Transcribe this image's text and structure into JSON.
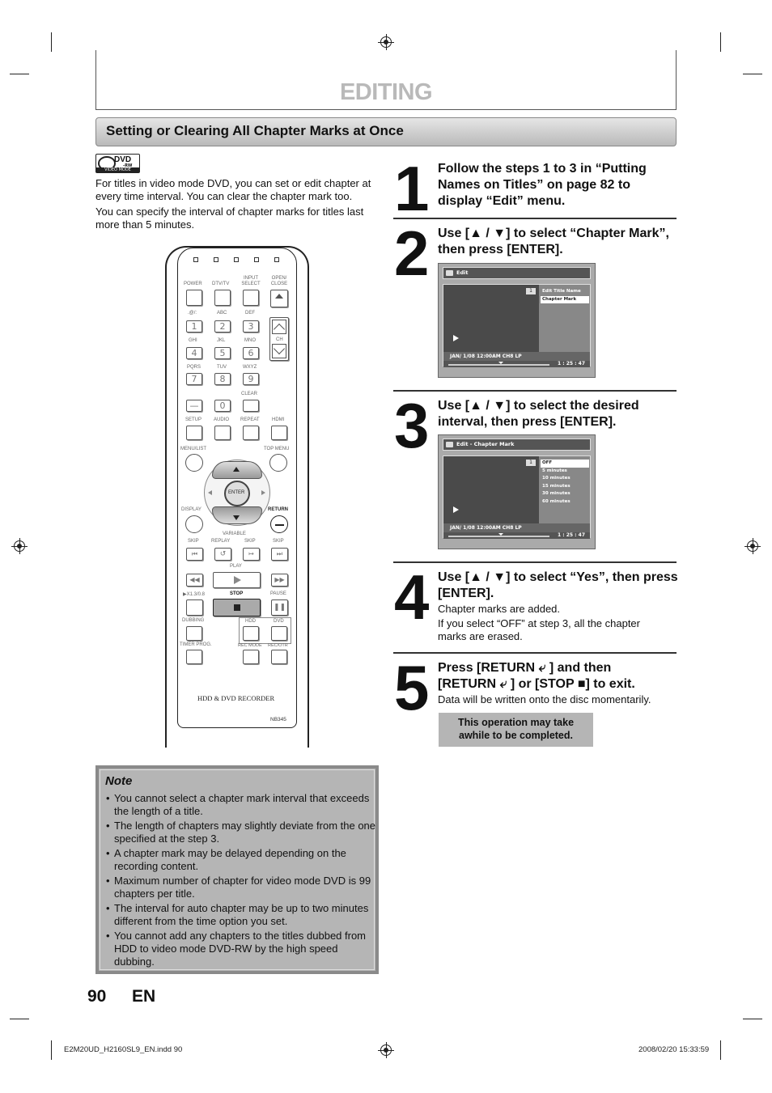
{
  "header": {
    "title": "EDITING",
    "section_title": "Setting or Clearing All Chapter Marks at Once"
  },
  "dvd_logo": {
    "brand": "DVD",
    "sub": "-RW",
    "mode": "VIDEO MODE"
  },
  "intro": {
    "p1": "For titles in video mode DVD, you can set or edit chapter at every time interval. You can clear the chapter mark too.",
    "p2": "You can specify the interval of chapter marks for titles last more than 5 minutes."
  },
  "remote": {
    "labels": {
      "power": "POWER",
      "dtvtv": "DTV/TV",
      "input": "INPUT SELECT",
      "open": "OPEN/ CLOSE",
      "sym": ".@/:",
      "abc": "ABC",
      "def": "DEF",
      "ghi": "GHI",
      "jkl": "JKL",
      "mno": "MNO",
      "ch": "CH",
      "pqrs": "PQRS",
      "tuv": "TUV",
      "wxyz": "WXYZ",
      "clear": "CLEAR",
      "setup": "SETUP",
      "audio": "AUDIO",
      "repeat": "REPEAT",
      "hdmi": "HDMI",
      "menu": "MENU/LIST",
      "topmenu": "TOP MENU",
      "enter": "ENTER",
      "display": "DISPLAY",
      "return": "RETURN",
      "skip1": "SKIP",
      "replay": "REPLAY",
      "variable": "VARIABLE",
      "skip2": "SKIP",
      "skip3": "SKIP",
      "play": "PLAY",
      "x13": "▶X1.3/0.8",
      "stop": "STOP",
      "pause": "PAUSE",
      "dubbing": "DUBBING",
      "hdd": "HDD",
      "dvd": "DVD",
      "timer": "TIMER PROG.",
      "recmode": "REC MODE",
      "recotr": "REC/OTR",
      "brand": "HDD & DVD RECORDER",
      "model": "NB345"
    },
    "digits": [
      "1",
      "2",
      "3",
      "4",
      "5",
      "6",
      "7",
      "8",
      "9",
      "—",
      "0"
    ]
  },
  "steps": [
    {
      "number": "1",
      "heading": "Follow the steps 1 to 3 in “Putting Names on Titles” on page 82 to display “Edit” menu."
    },
    {
      "number": "2",
      "heading": "Use [▲ / ▼] to select “Chapter Mark”, then press [ENTER]."
    },
    {
      "number": "3",
      "heading": "Use [▲ / ▼] to select the desired interval, then press [ENTER]."
    },
    {
      "number": "4",
      "heading": "Use [▲ / ▼] to select “Yes”, then press [ENTER].",
      "body1": "Chapter marks are added.",
      "body2": "If you select “OFF” at step 3, all the chapter marks are erased."
    },
    {
      "number": "5",
      "heading_a": "Press [RETURN ⤶ ] and then",
      "heading_b": "[RETURN ⤶ ] or [STOP ■] to exit.",
      "body1": "Data will be written onto the disc momentarily."
    }
  ],
  "screen1": {
    "bar": "Edit",
    "title_no": "1",
    "menu": [
      "Edit Title Name",
      "Chapter Mark"
    ],
    "info": "JAN/ 1/08 12:00AM CH8   LP",
    "time": "1 : 25 : 47"
  },
  "screen2": {
    "bar": "Edit - Chapter Mark",
    "title_no": "1",
    "menu": [
      "OFF",
      "5 minutes",
      "10 minutes",
      "15 minutes",
      "30 minutes",
      "60 minutes"
    ],
    "info": "JAN/ 1/08 12:00AM CH8   LP",
    "time": "1 : 25 : 47"
  },
  "callout": {
    "line1": "This operation may take",
    "line2": "awhile to be completed."
  },
  "note": {
    "title": "Note",
    "items": [
      "You cannot select a chapter mark interval that exceeds the length of a title.",
      "The length of chapters may slightly deviate from the one specified at the step 3.",
      "A chapter mark may be delayed depending on the recording content.",
      "Maximum number of chapter for video mode DVD is 99 chapters per title.",
      "The interval for auto chapter may be up to two minutes different from the time option you set.",
      "You cannot add any chapters to the titles dubbed from HDD to video mode DVD-RW by the high speed dubbing."
    ]
  },
  "page": {
    "number": "90",
    "lang": "EN"
  },
  "footer": {
    "file": "E2M20UD_H2160SL9_EN.indd   90",
    "date": "2008/02/20   15:33:59"
  }
}
